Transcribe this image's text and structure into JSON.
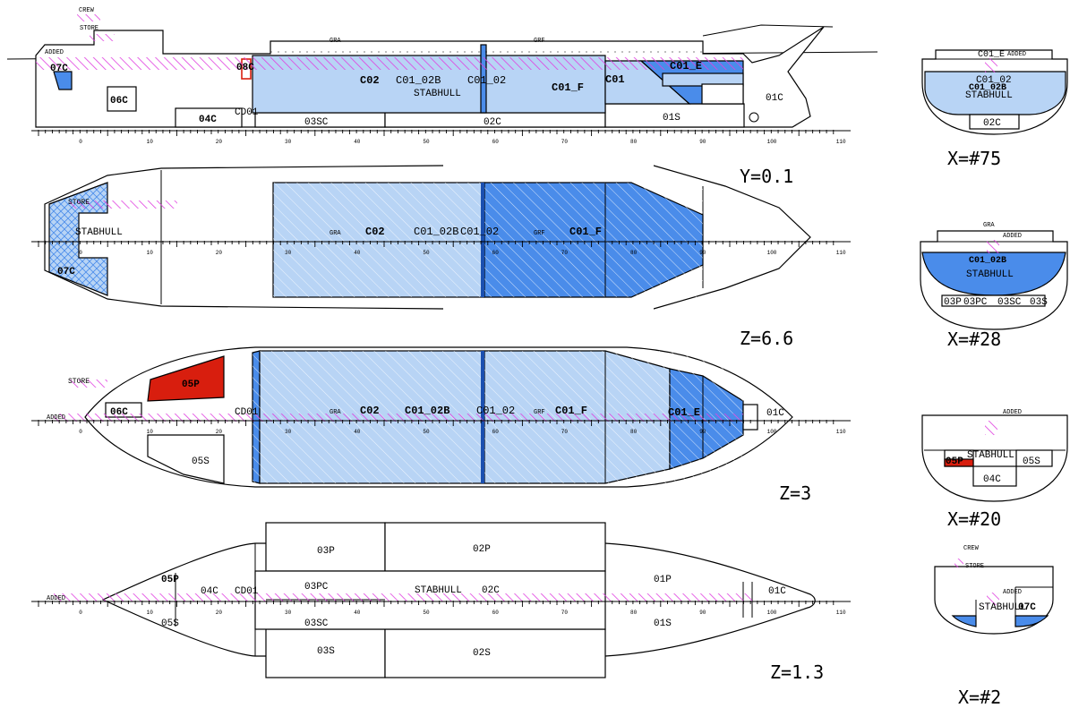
{
  "colors": {
    "light_blue": "#b8d4f5",
    "dark_blue": "#4a8cea",
    "red": "#d81e0e",
    "magenta_hatch": "#e040e0"
  },
  "scale_ticks": [
    "0",
    "10",
    "20",
    "30",
    "40",
    "50",
    "60",
    "70",
    "80",
    "90",
    "100",
    "110"
  ],
  "side_view": {
    "labels": {
      "crew": "CREW",
      "store": "STORE",
      "added": "ADDED",
      "c07": "07C",
      "c08": "08C",
      "c06": "06C",
      "gra": "GRA",
      "grf": "GRF",
      "c02": "C02",
      "c01_02b": "C01_02B",
      "c01_02": "C01_02",
      "c01_f": "C01_F",
      "c01": "C01",
      "c01_e": "C01_E",
      "stabhull": "STABHULL",
      "c01c": "01C",
      "cd01": "CD01",
      "c04": "04C",
      "c03sc": "03SC",
      "c02c": "02C",
      "c01s": "01S"
    }
  },
  "plan_z66": {
    "view_label": "Y=0.1",
    "labels": {
      "store_crew": "STORE",
      "stabhull": "STABHULL",
      "c07": "07C",
      "gra": "GRA",
      "c02": "C02",
      "c01_02b": "C01_02B",
      "c01_02": "C01_02",
      "grf": "GRF",
      "c01f": "C01_F"
    }
  },
  "plan_z3": {
    "view_label": "Z=6.6",
    "labels": {
      "store": "STORE",
      "c05p": "05P",
      "added": "ADDED",
      "c06": "06C",
      "cd01": "CD01",
      "gra": "GRA",
      "c02": "C02",
      "c01_02b_stabhull": "C01_02B",
      "c01_02": "C01_02",
      "grf": "GRF",
      "c01f": "C01_F",
      "c01_e": "C01_E",
      "c01c": "01C",
      "c05s": "05S"
    }
  },
  "plan_z13": {
    "view_label": "Z=3",
    "labels": {
      "c03p": "03P",
      "c02p": "02P",
      "c05p": "05P",
      "c04c": "04C",
      "cd01": "CD01",
      "c03pc": "03PC",
      "stabhull": "STABHULL",
      "c02c": "02C",
      "c01p": "01P",
      "c01c": "01C",
      "added": "ADDED",
      "c05s": "05S",
      "c03sc": "03SC",
      "c01s": "01S",
      "c03s": "03S",
      "c02s": "02S"
    },
    "bottom_label": "Z=1.3"
  },
  "sections": {
    "x75": {
      "label": "X=#75",
      "texts": {
        "c01_e": "C01_E",
        "added": "ADDED",
        "c01_02": "C01_02",
        "c01_02b": "C01_02B",
        "stabhull": "STABHULL",
        "c02c": "02C"
      }
    },
    "x28": {
      "label": "X=#28",
      "texts": {
        "gra": "GRA",
        "added": "ADDED",
        "c01_02b": "C01_02B",
        "stabhull": "STABHULL",
        "c03p": "03P",
        "c03pc": "03PC",
        "c03sc": "03SC",
        "c03s": "03S"
      }
    },
    "x20": {
      "label": "X=#20",
      "texts": {
        "added": "ADDED",
        "stabhull": "STABHULL",
        "c05p": "05P",
        "c05s": "05S",
        "c04c": "04C"
      }
    },
    "x2": {
      "label": "X=#2",
      "texts": {
        "crew": "CREW",
        "store": "STORE",
        "added": "ADDED",
        "stabhull": "STABHULL",
        "c07": "07C"
      }
    }
  }
}
